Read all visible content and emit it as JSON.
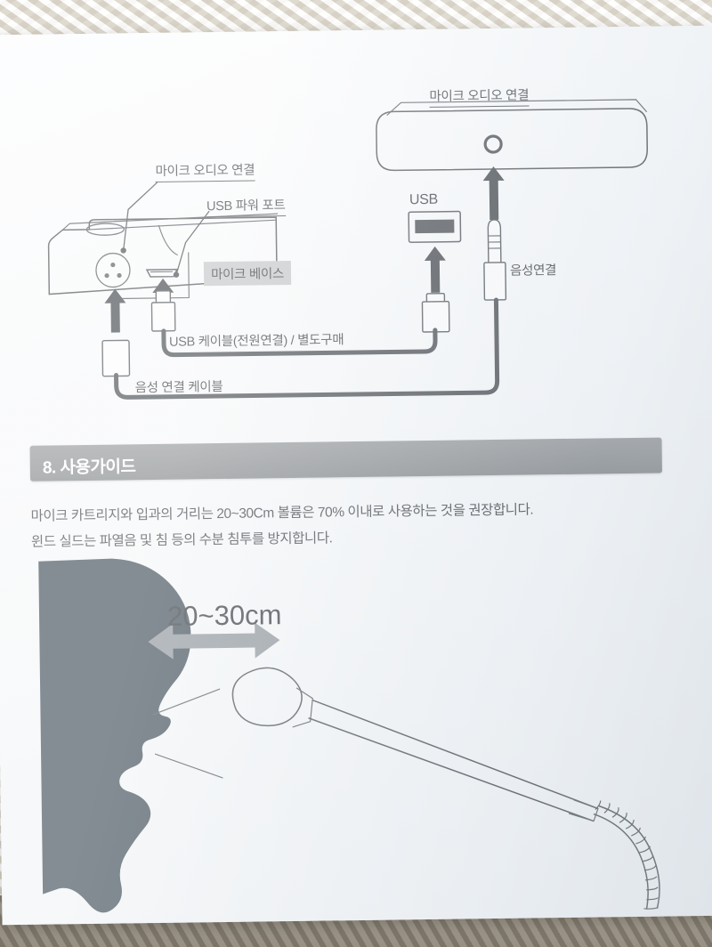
{
  "document": {
    "type": "product-manual-page",
    "language": "ko"
  },
  "diagram_top": {
    "name": "connection-diagram",
    "labels": {
      "speaker_audio": "마이크 오디오 연결",
      "base_audio": "마이크 오디오 연결",
      "usb_power_port": "USB 파워 포트",
      "mic_base": "마이크 베이스",
      "usb_port": "USB",
      "audio_plug": "음성연결",
      "usb_cable": "USB 케이블(전원연결) / 별도구매",
      "audio_cable": "음성 연결 케이블"
    }
  },
  "section": {
    "number": "8.",
    "title": "사용가이드",
    "heading": "8. 사용가이드",
    "body": [
      "마이크 카트리지와 입과의 거리는 20~30Cm 볼륨은 70% 이내로 사용하는 것을 권장합니다.",
      "윈드 실드는 파열음 및 침 등의 수분 침투를 방지합니다."
    ]
  },
  "diagram_bottom": {
    "name": "usage-distance-illustration",
    "distance_label": "20~30cm",
    "elements": [
      "head-silhouette",
      "distance-arrow",
      "gooseneck-microphone",
      "speech-lines"
    ]
  },
  "colors": {
    "paper": "#f5f7f9",
    "header_bar": "#7a7d80",
    "header_text": "#ffffff",
    "ink": "#23282e",
    "chip_background": "#b9bcbf",
    "silhouette": "#20303c"
  }
}
